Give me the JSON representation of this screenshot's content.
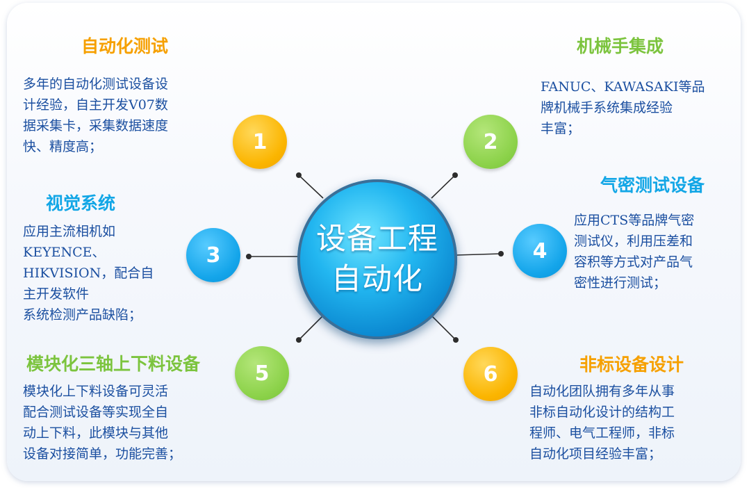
{
  "center": {
    "line1": "设备工程",
    "line2": "自动化"
  },
  "colors": {
    "center": "#15a6ea",
    "yellow": "#fbb500",
    "green": "#8cd24a",
    "blue": "#14a5ea",
    "description": "#1b4fa0"
  },
  "items": [
    {
      "number": "1",
      "color": "yellow",
      "title": "自动化测试",
      "lines": [
        "多年的自动化测试设备设",
        "计经验，自主开发V07数",
        "据采集卡，采集数据速度",
        "快、精度高；"
      ]
    },
    {
      "number": "2",
      "color": "green",
      "title": "机械手集成",
      "lines": [
        "FANUC、KAWASAKI等品",
        "牌机械手系统集成经验",
        "丰富；"
      ]
    },
    {
      "number": "3",
      "color": "blue",
      "title": "视觉系统",
      "lines": [
        "应用主流相机如",
        "KEYENCE、",
        "HIKVISION，配合自",
        "主开发软件",
        "系统检测产品缺陷；"
      ]
    },
    {
      "number": "4",
      "color": "blue",
      "title": "气密测试设备",
      "lines": [
        "应用CTS等品牌气密",
        "测试仪，利用压差和",
        "容积等方式对产品气",
        "密性进行测试；"
      ]
    },
    {
      "number": "5",
      "color": "green",
      "title": "模块化三轴上下料设备",
      "lines": [
        "模块化上下料设备可灵活",
        "配合测试设备等实现全自",
        "动上下料，此模块与其他",
        "设备对接简单，功能完善；"
      ]
    },
    {
      "number": "6",
      "color": "yellow",
      "title": "非标设备设计",
      "lines": [
        "自动化团队拥有多年从事",
        "非标自动化设计的结构工",
        "程师、电气工程师，非标",
        "自动化项目经验丰富；"
      ]
    }
  ]
}
